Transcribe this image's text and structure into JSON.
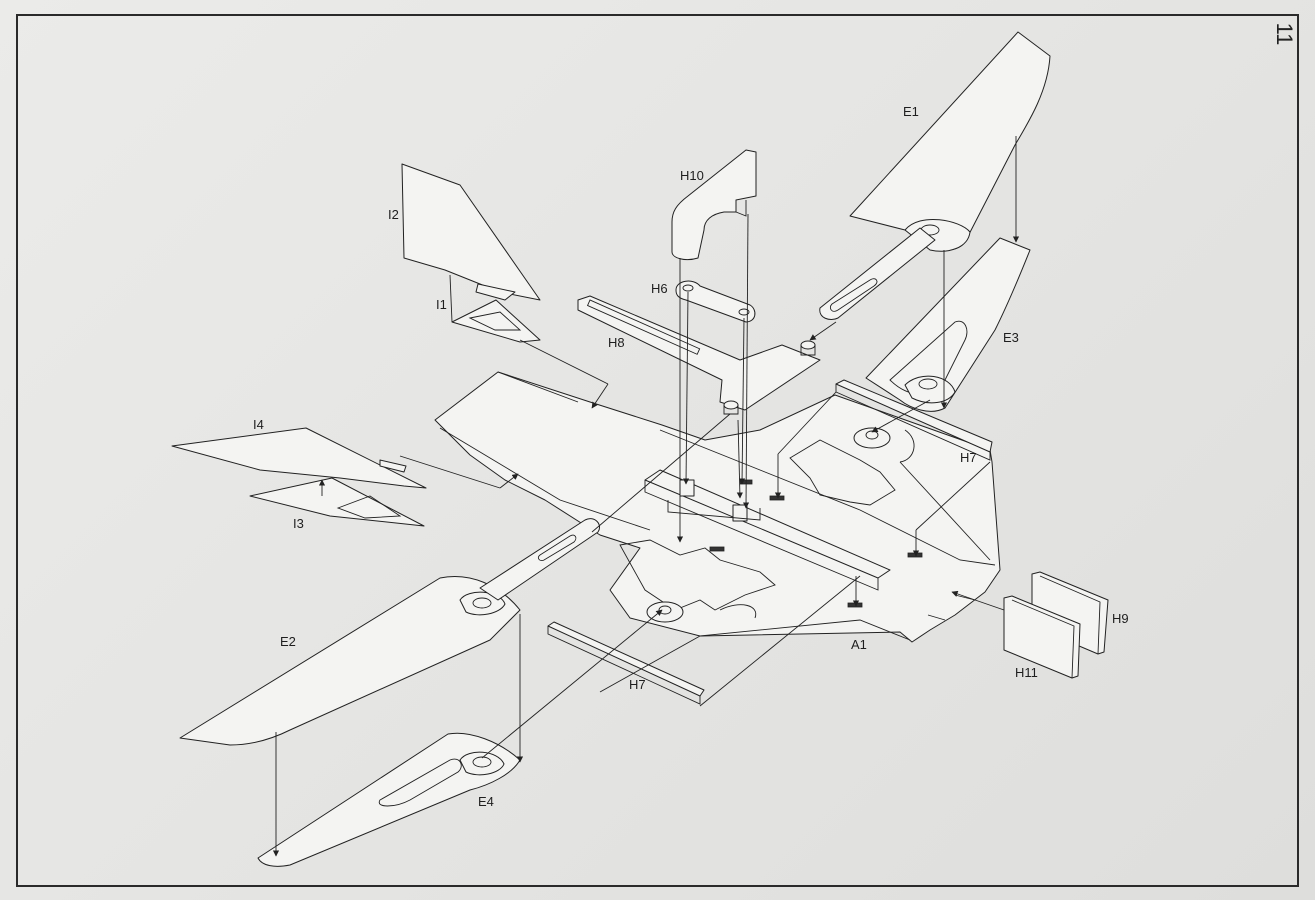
{
  "page_number": "11",
  "labels": {
    "E1": "E1",
    "E2": "E2",
    "E3": "E3",
    "E4": "E4",
    "H10": "H10",
    "H6": "H6",
    "H8": "H8",
    "H7_top": "H7",
    "H7_bottom": "H7",
    "I1": "I1",
    "I2": "I2",
    "I3": "I3",
    "I4": "I4",
    "A1": "A1",
    "H9": "H9",
    "H11": "H11"
  }
}
